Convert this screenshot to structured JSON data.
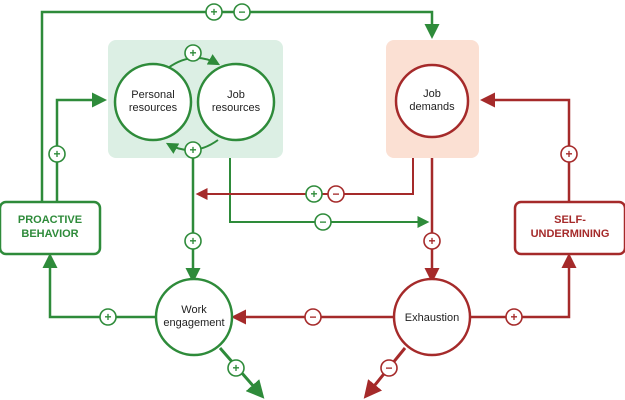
{
  "colors": {
    "green": "#2e8b3a",
    "red": "#a52a2a",
    "resources_box_fill": "#dcefe4",
    "demands_box_fill": "#fbe0d3",
    "background": "#ffffff"
  },
  "nodes": {
    "personal_resources": [
      "Personal",
      "resources"
    ],
    "job_resources": [
      "Job",
      "resources"
    ],
    "job_demands": [
      "Job",
      "demands"
    ],
    "work_engagement": [
      "Work",
      "engagement"
    ],
    "exhaustion": [
      "Exhaustion"
    ],
    "proactive_behavior": [
      "PROACTIVE",
      "BEHAVIOR"
    ],
    "self_undermining": [
      "SELF-",
      "UNDERMINING"
    ]
  },
  "signs": {
    "plus": "+",
    "minus": "−"
  }
}
